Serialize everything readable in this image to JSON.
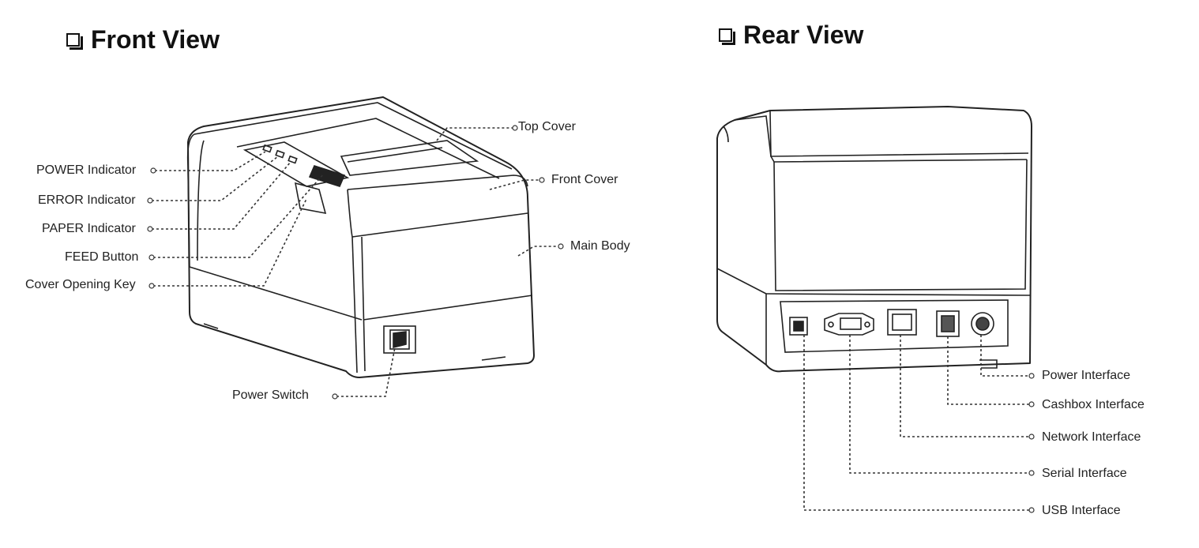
{
  "front": {
    "title": "Front View",
    "labels": {
      "top_cover": "Top Cover",
      "front_cover": "Front Cover",
      "main_body": "Main Body",
      "power_indicator": "POWER Indicator",
      "error_indicator": "ERROR Indicator",
      "paper_indicator": "PAPER Indicator",
      "feed_button": "FEED Button",
      "cover_opening_key": "Cover Opening Key",
      "power_switch": "Power Switch"
    }
  },
  "rear": {
    "title": "Rear View",
    "labels": {
      "power_interface": "Power Interface",
      "cashbox_interface": "Cashbox Interface",
      "network_interface": "Network Interface",
      "serial_interface": "Serial Interface",
      "usb_interface": "USB Interface"
    }
  }
}
